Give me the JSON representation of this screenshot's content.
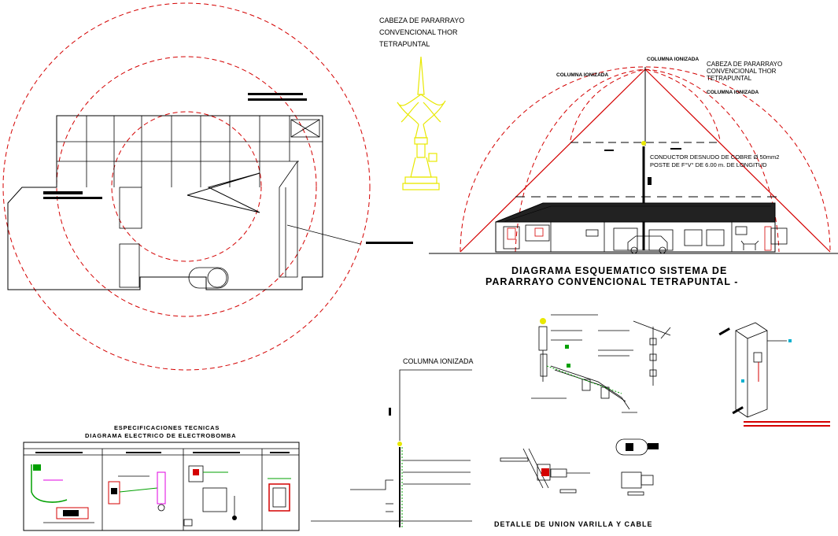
{
  "terminal_head": {
    "line1": "CABEZA DE PARARRAYO",
    "line2": "CONVENCIONAL THOR",
    "line3": "TETRAPUNTAL"
  },
  "schematic": {
    "top_label": "COLUMNA IONIZADA",
    "left_label": "COLUMNA IONIZADA",
    "right_label": "COLUMNA IONIZADA",
    "head_line1": "CABEZA DE PARARRAYO",
    "head_line2": "CONVENCIONAL THOR",
    "head_line3": "TETRAPUNTAL",
    "conductor": "CONDUCTOR DESNUDO DE COBRE Ø 50mm2",
    "post": "POSTE DE F°V° DE 6.00 m. DE LONGITUD"
  },
  "diagram_title": {
    "line1": "DIAGRAMA  ESQUEMATICO  SISTEMA  DE",
    "line2": "PARARRAYO CONVENCIONAL TETRAPUNTAL -"
  },
  "column_detail": {
    "label": "COLUMNA IONIZADA"
  },
  "union_detail": {
    "title": "DETALLE DE UNION VARILLA Y CABLE"
  },
  "specs": {
    "title_line1": "ESPECIFICACIONES TECNICAS",
    "title_line2": "DIAGRAMA ELECTRICO DE ELECTROBOMBA"
  },
  "colors": {
    "red": "#d40000",
    "yellow": "#e8e800",
    "green": "#00a000",
    "magenta": "#e000e0",
    "cyan": "#00b0d0",
    "ink": "#000000"
  }
}
